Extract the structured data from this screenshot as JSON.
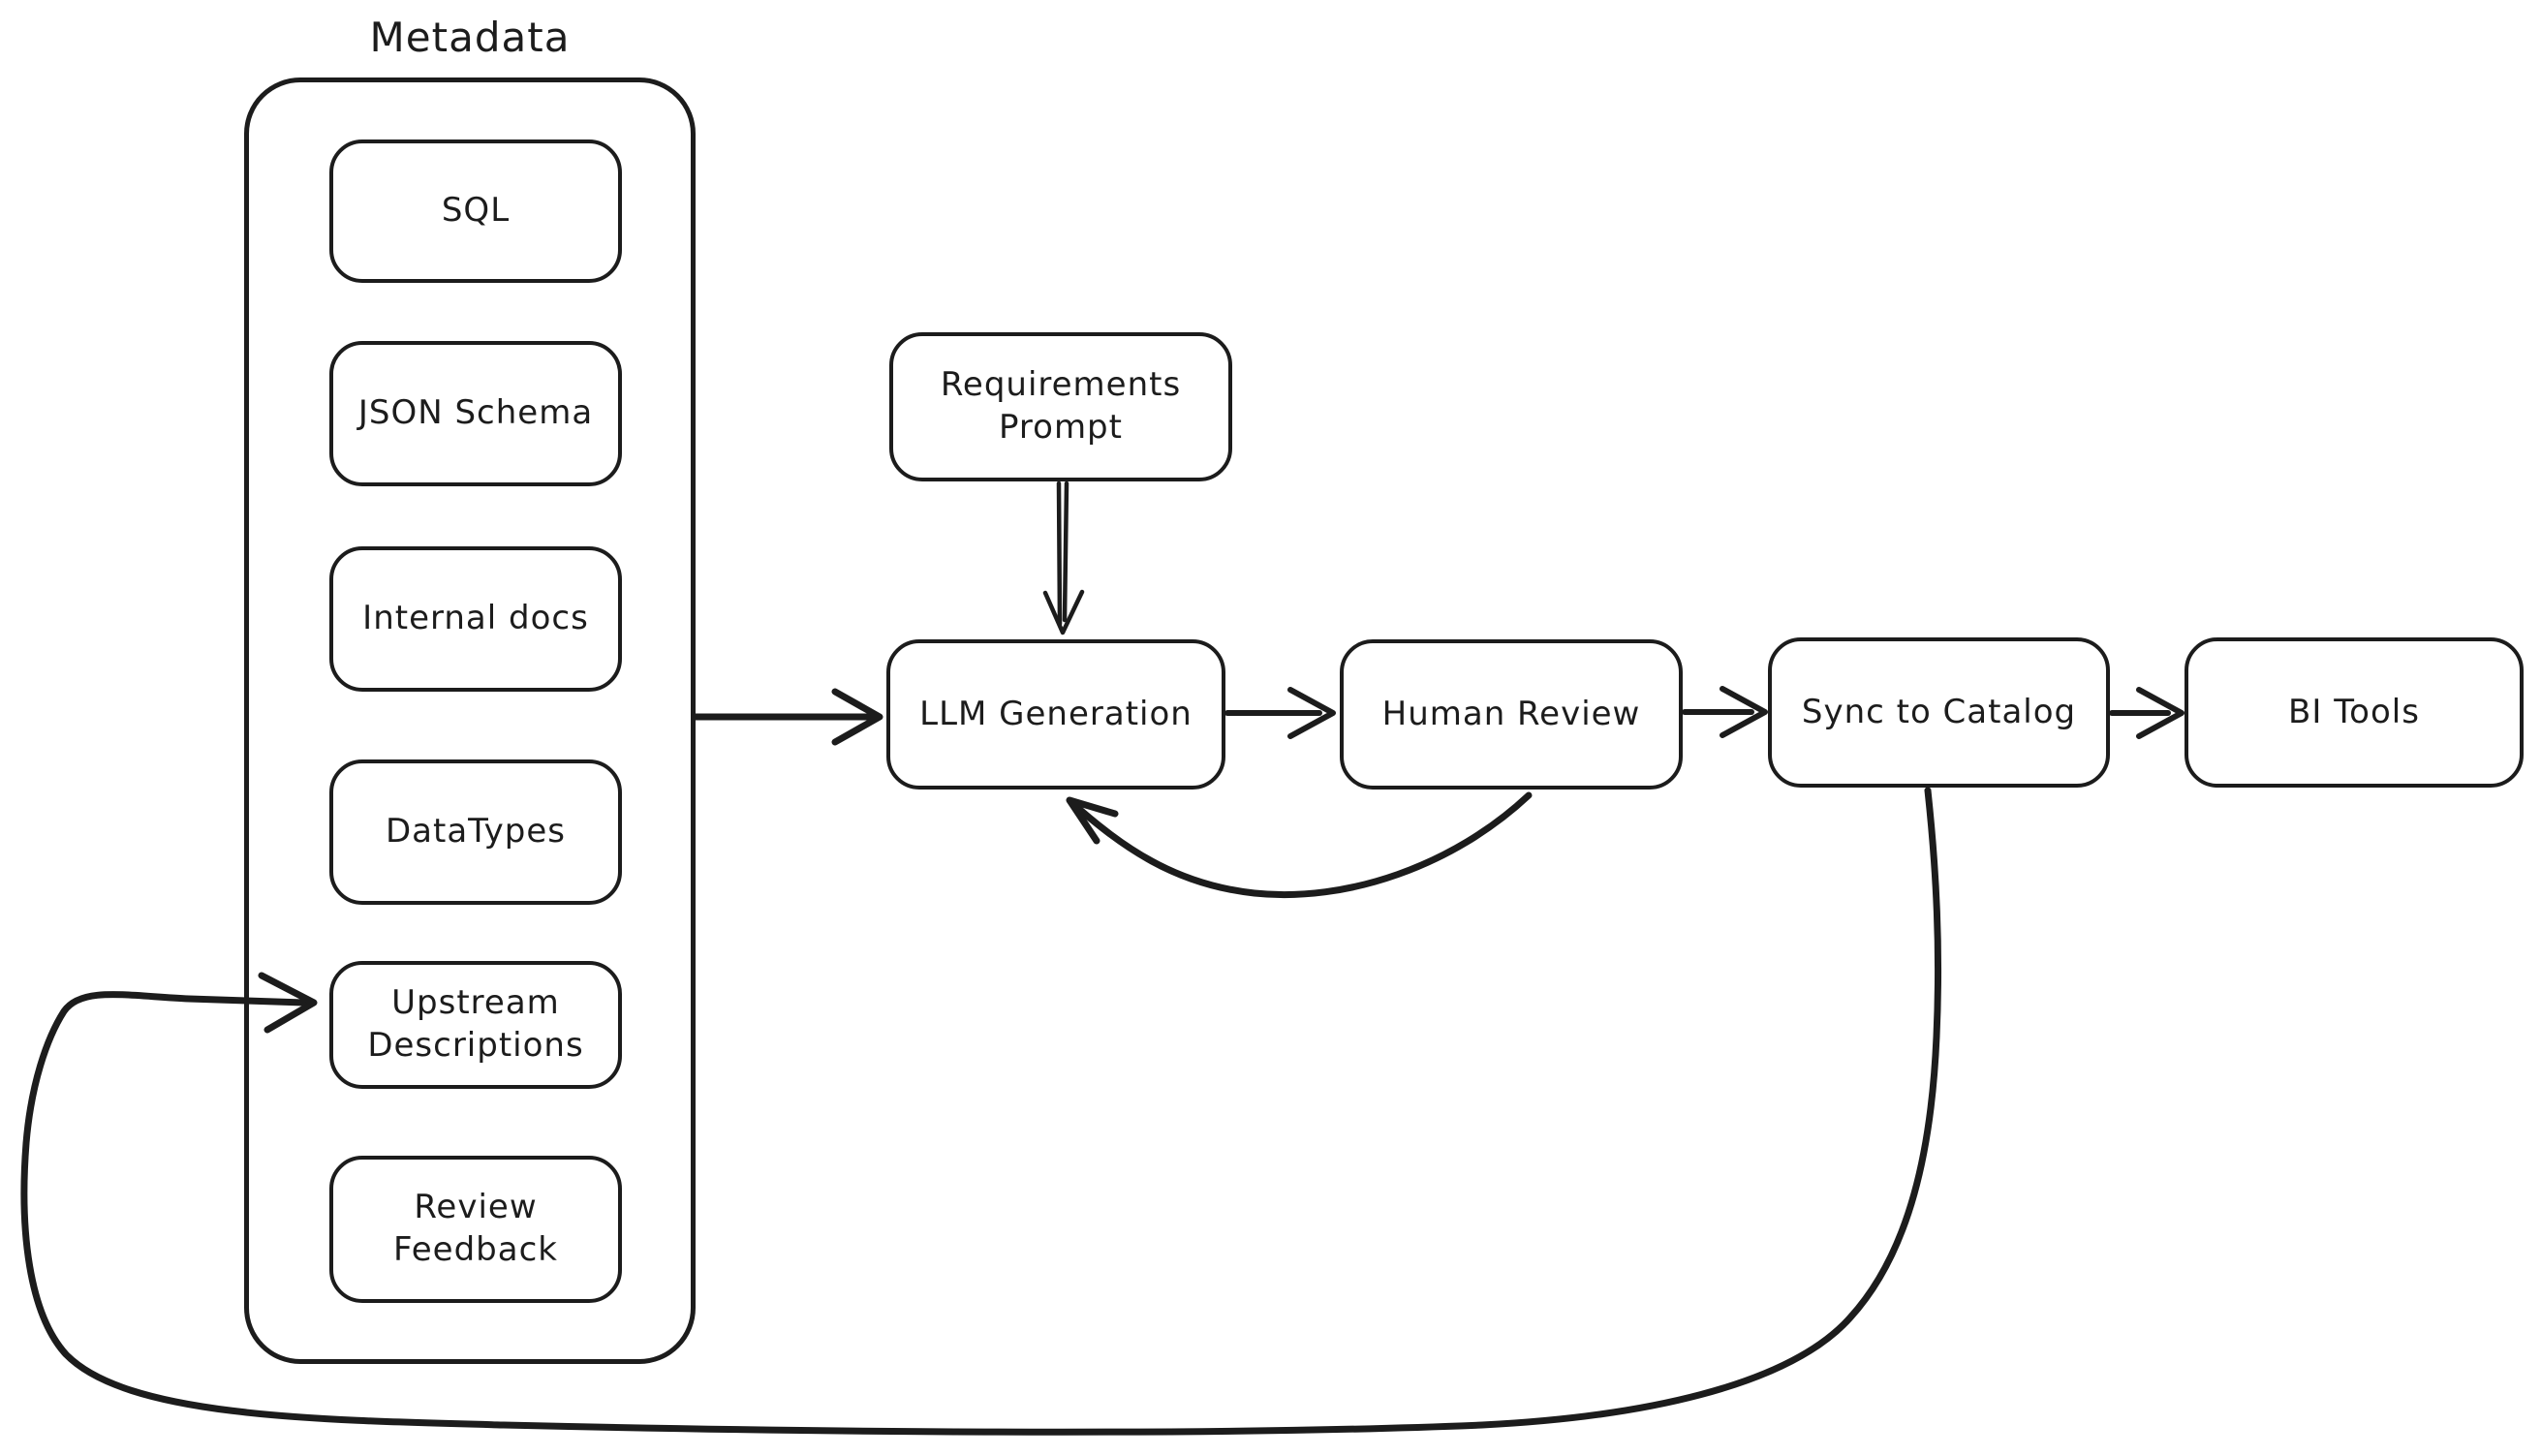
{
  "colors": {
    "ink": "#1c1c1c",
    "background": "#ffffff"
  },
  "group": {
    "label": "Metadata"
  },
  "nodes": {
    "sql": {
      "label": "SQL"
    },
    "json_schema": {
      "label": "JSON Schema"
    },
    "internal_docs": {
      "label": "Internal docs"
    },
    "datatypes": {
      "label": "DataTypes"
    },
    "upstream_descriptions": {
      "label": "Upstream\nDescriptions"
    },
    "review_feedback": {
      "label": "Review\nFeedback"
    },
    "requirements_prompt": {
      "label": "Requirements\nPrompt"
    },
    "llm_generation": {
      "label": "LLM Generation"
    },
    "human_review": {
      "label": "Human Review"
    },
    "sync_to_catalog": {
      "label": "Sync to Catalog"
    },
    "bi_tools": {
      "label": "BI Tools"
    }
  },
  "edges": [
    {
      "from": "metadata_group",
      "to": "llm_generation",
      "style": "straight-arrow"
    },
    {
      "from": "requirements_prompt",
      "to": "llm_generation",
      "style": "straight-arrow"
    },
    {
      "from": "llm_generation",
      "to": "human_review",
      "style": "straight-arrow"
    },
    {
      "from": "human_review",
      "to": "sync_to_catalog",
      "style": "straight-arrow"
    },
    {
      "from": "sync_to_catalog",
      "to": "bi_tools",
      "style": "straight-arrow"
    },
    {
      "from": "human_review",
      "to": "llm_generation",
      "style": "curved-arrow"
    },
    {
      "from": "sync_to_catalog",
      "to": "upstream_descriptions",
      "style": "curved-arrow"
    }
  ]
}
